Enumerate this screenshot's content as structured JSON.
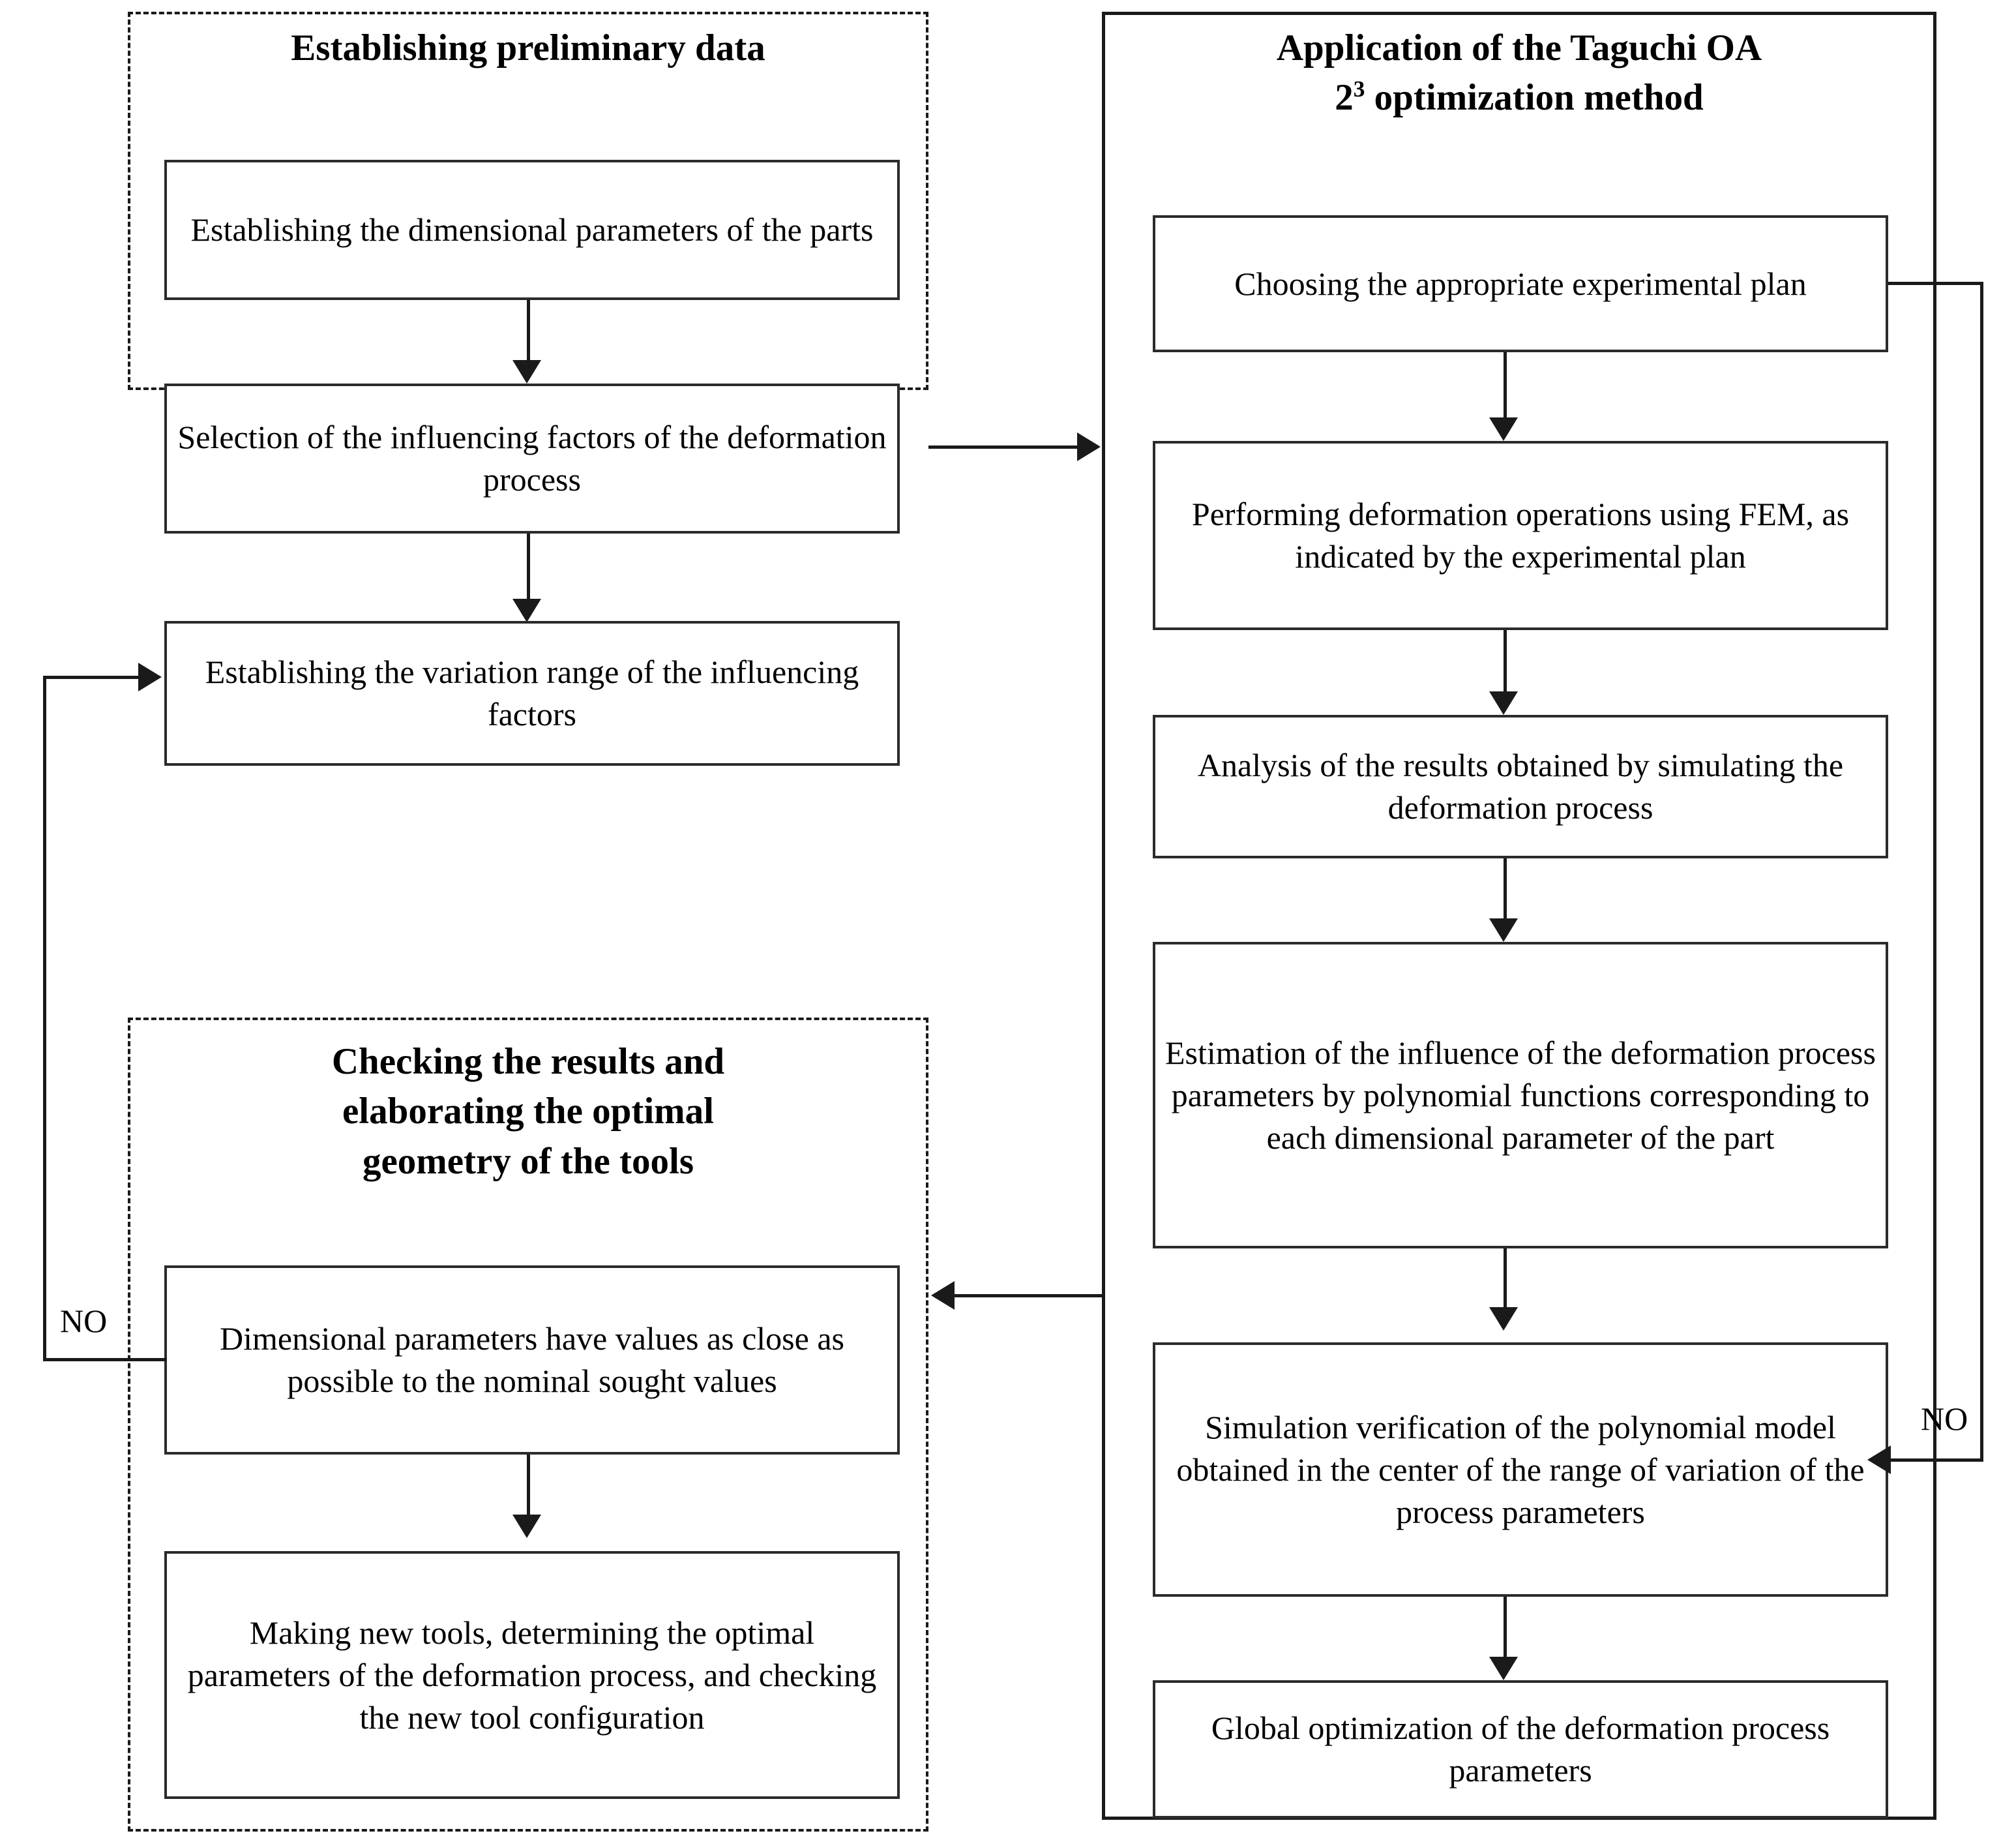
{
  "diagram": {
    "type": "flowchart",
    "title_left_top": "Establishing preliminary data",
    "title_left_bottom": "Checking the results and elaborating the optimal geometry of the tools",
    "title_right": "Application of the Taguchi OA 2³ optimization method"
  },
  "panels": {
    "preliminary": {
      "title": "Establishing preliminary data",
      "border_style": "dashed",
      "boxes": [
        {
          "id": "p1",
          "text": "Establishing the dimensional parameters of the parts"
        },
        {
          "id": "p2",
          "text": "Selection of the influencing factors of the deformation process"
        },
        {
          "id": "p3",
          "text": "Establishing the variation range of the influencing factors"
        }
      ]
    },
    "taguchi": {
      "title_line1": "Application of the Taguchi OA",
      "title_line2_pre": "2",
      "title_line2_sup": "3",
      "title_line2_post": " optimization method",
      "border_style": "solid",
      "boxes": [
        {
          "id": "t1",
          "text": "Choosing the appropriate experimental plan"
        },
        {
          "id": "t2",
          "text": "Performing deformation operations using FEM, as indicated by the experimental plan"
        },
        {
          "id": "t3",
          "text": "Analysis of the results obtained by simulating the deformation process"
        },
        {
          "id": "t4",
          "text": "Estimation of the influence of the deformation process parameters by polynomial functions corresponding to each dimensional parameter of the part"
        },
        {
          "id": "t5",
          "text": "Simulation verification of the polynomial model obtained in the center of the range of variation of the process parameters"
        },
        {
          "id": "t6",
          "text": "Global optimization of the deformation process parameters"
        }
      ]
    },
    "checking": {
      "title_line1": "Checking the results and",
      "title_line2": "elaborating the optimal",
      "title_line3": "geometry of the tools",
      "border_style": "dashed",
      "boxes": [
        {
          "id": "c1",
          "text": "Dimensional parameters have values as close as possible to the nominal sought values"
        },
        {
          "id": "c2",
          "text": "Making new tools, determining the optimal parameters of the deformation process, and checking the new tool configuration"
        }
      ]
    }
  },
  "edges": {
    "no_left_label": "NO",
    "no_right_label": "NO"
  },
  "colors": {
    "line": "#1a1a1a",
    "box_border": "#2b2b2b",
    "text": "#000000",
    "background": "#ffffff"
  }
}
